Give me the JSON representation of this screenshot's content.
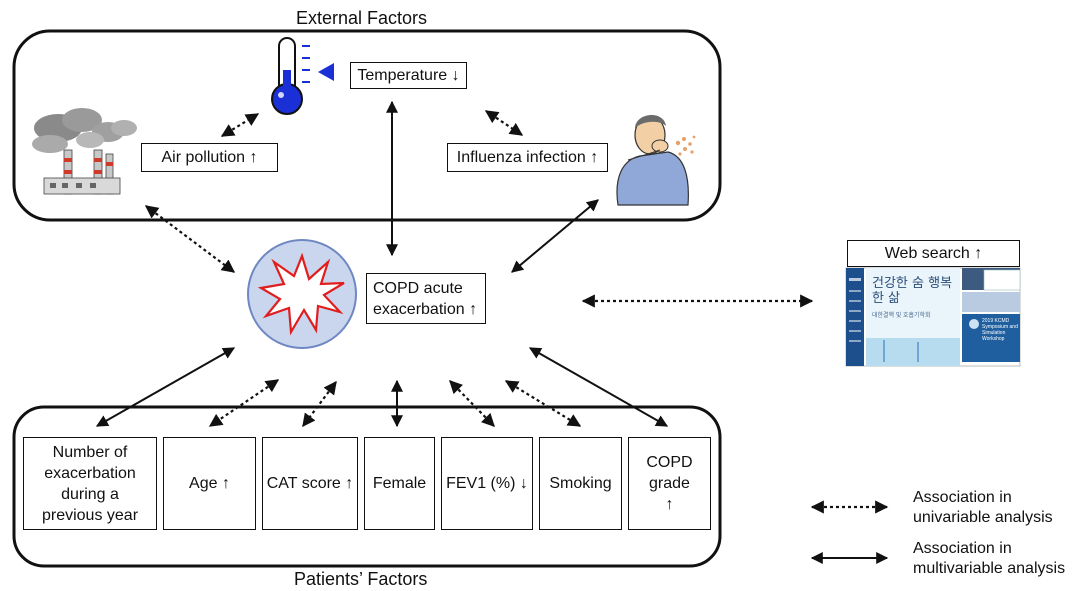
{
  "external": {
    "title": "External Factors",
    "temperature": "Temperature ↓",
    "air_pollution": "Air pollution ↑",
    "influenza": "Influenza infection ↑"
  },
  "center": {
    "line1": "COPD acute",
    "line2": "exacerbation ↑"
  },
  "web": {
    "label": "Web search ↑",
    "screenshot_heading": "건강한 숨 행복한 삶",
    "screenshot_sub": "대한결핵 및 호흡기학회",
    "screenshot_banner": "2019 KCMD Symposium and Simulation Workshop"
  },
  "patients": {
    "title": "Patients’ Factors",
    "factors": [
      "Number of exacerbation during a previous year",
      "Age ↑",
      "CAT score ↑",
      "Female",
      "FEV1 (%) ↓",
      "Smoking",
      "COPD grade ↑"
    ]
  },
  "legend": {
    "univariable": "Association in univariable analysis",
    "multivariable": "Association in multivariable analysis"
  },
  "colors": {
    "thermometer_blue": "#1a2fd6",
    "burst_red": "#e01e1e",
    "circle_fill": "#c9d6ee"
  }
}
